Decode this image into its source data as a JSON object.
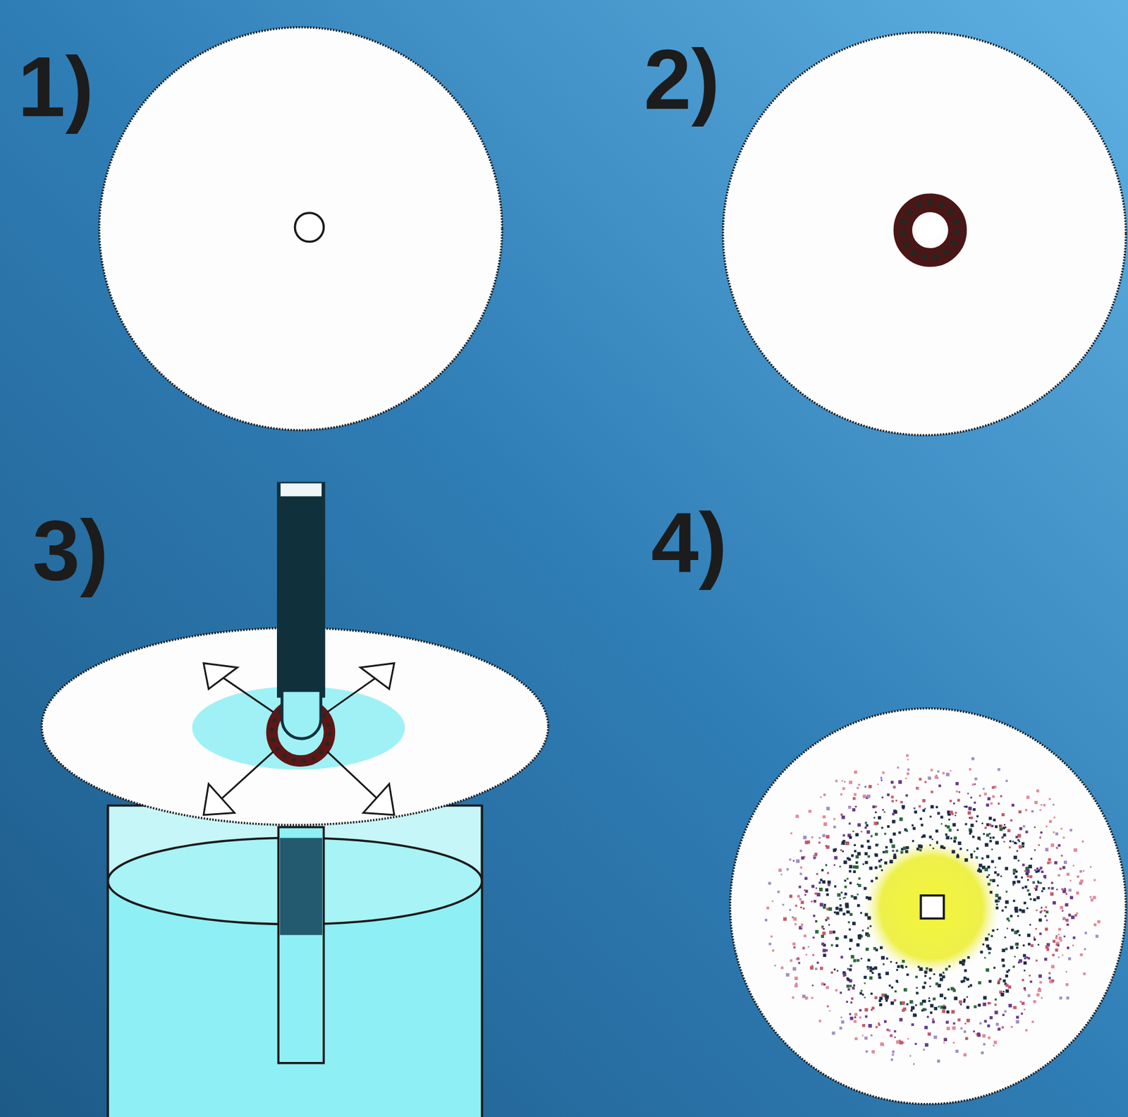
{
  "diagram": {
    "labels": [
      "1)",
      "2)",
      "3)",
      "4)"
    ]
  }
}
